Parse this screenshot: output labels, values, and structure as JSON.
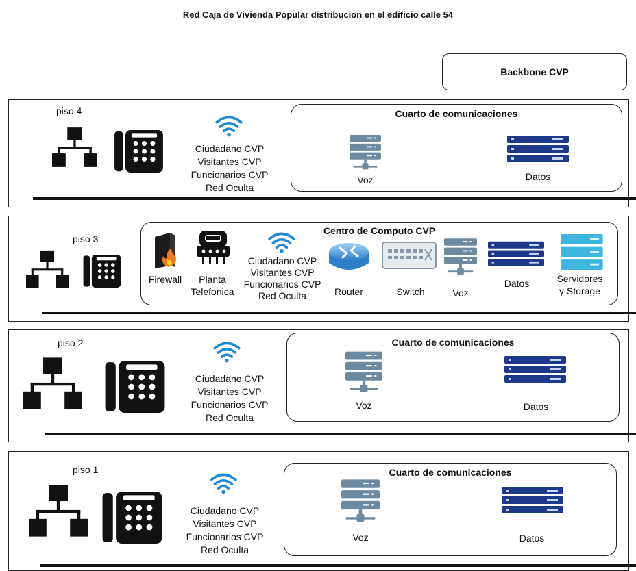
{
  "title": "Red Caja de Vivienda Popular distribucion en el edificio calle 54",
  "backbone": "Backbone CVP",
  "wifi_networks": [
    "Ciudadano CVP",
    "Visitantes CVP",
    "Funcionarios CVP",
    "Red Oculta"
  ],
  "room_title": "Cuarto de comunicaciones",
  "voz": "Voz",
  "datos": "Datos",
  "floors": {
    "piso4": "piso 4",
    "piso3": "piso 3",
    "piso2": "piso 2",
    "piso1": "piso 1"
  },
  "computo": {
    "title": "Centro de Computo CVP",
    "firewall": "Firewall",
    "planta_line1": "Planta",
    "planta_line2": "Telefonica",
    "router": "Router",
    "switch": "Switch",
    "voz": "Voz",
    "datos": "Datos",
    "servidores_line1": "Servidores",
    "servidores_line2": "y Storage"
  },
  "colors": {
    "voz_server": "#6e8aa0",
    "datos_server": "#1d3a8a",
    "storage": "#3fb6e0",
    "wifi": "#1e88d8",
    "firewall_flame": "#f27a1a"
  }
}
